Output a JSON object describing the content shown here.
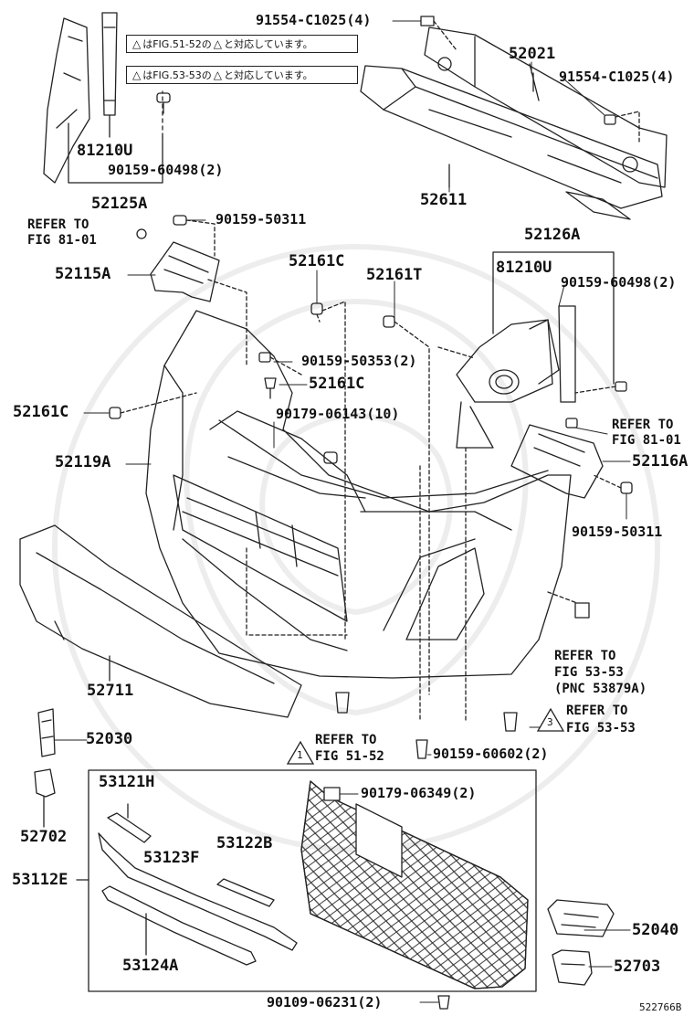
{
  "notes": [
    {
      "prefix": "はFIG.51-52の",
      "suffix": "と対応しています。",
      "marker": "1"
    },
    {
      "prefix": "はFIG.53-53の",
      "suffix": "と対応しています。",
      "marker": "3"
    }
  ],
  "labels": {
    "p91554_top": "91554-C1025(4)",
    "p52021": "52021",
    "p91554_right": "91554-C1025(4)",
    "p52611": "52611",
    "p81210u_left": "81210U",
    "p90159_60498_left": "90159-60498(2)",
    "p52125a": "52125A",
    "refer_8101_left_1": "REFER TO",
    "refer_8101_left_2": "FIG 81-01",
    "p90159_50311_top": "90159-50311",
    "p52115a": "52115A",
    "p52161c_top": "52161C",
    "p52161t": "52161T",
    "p52126a": "52126A",
    "p81210u_right": "81210U",
    "p90159_60498_right": "90159-60498(2)",
    "p90159_50353": "90159-50353(2)",
    "p52161c_mid": "52161C",
    "p52161c_left": "52161C",
    "p90179_06143": "90179-06143(10)",
    "refer_8101_right_1": "REFER TO",
    "refer_8101_right_2": "FIG 81-01",
    "p52119a": "52119A",
    "p52116a": "52116A",
    "p90159_50311_right": "90159-50311",
    "refer_5353_a_1": "REFER TO",
    "refer_5353_a_2": "FIG 53-53",
    "refer_5353_a_3": "(PNC 53879A)",
    "p52711": "52711",
    "refer_5353_b_1": "REFER TO",
    "refer_5353_b_2": "FIG 53-53",
    "refer_5152_1": "REFER TO",
    "refer_5152_2": "FIG 51-52",
    "p52030": "52030",
    "p90159_60602": "90159-60602(2)",
    "p53121h": "53121H",
    "p90179_06349": "90179-06349(2)",
    "p52702": "52702",
    "p53122b": "53122B",
    "p53123f": "53123F",
    "p53112e": "53112E",
    "p53124a": "53124A",
    "p52040": "52040",
    "p52703": "52703",
    "p90109_06231": "90109-06231(2)",
    "figure_code": "522766B"
  },
  "markers": {
    "m1": "1",
    "m3": "3"
  }
}
